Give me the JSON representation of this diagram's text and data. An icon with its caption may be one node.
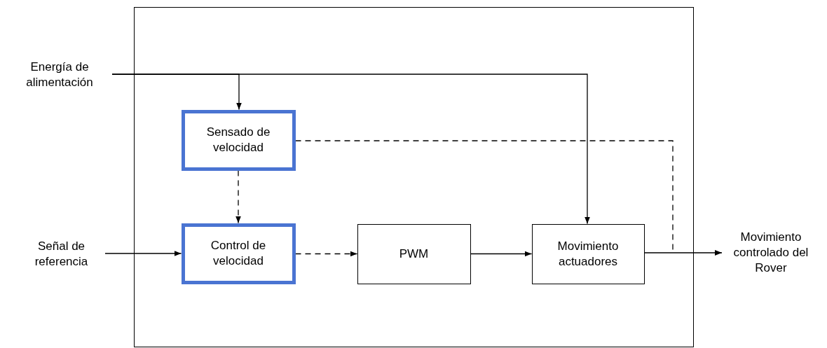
{
  "diagram": {
    "nodes": [
      {
        "text": [],
        "shape": "box"
      },
      {
        "text": [
          "Energía de alimentación"
        ]
      },
      {
        "text": [
          "Sensado de velocidad"
        ],
        "in": 0
      },
      {
        "text": [
          "Señal de referencia"
        ]
      },
      {
        "text": [
          "Control de velocidad"
        ],
        "in": 0
      },
      {
        "text": [
          "PWM"
        ],
        "in": 0
      },
      {
        "text": [
          "Movimiento actuadores"
        ],
        "in": 0
      },
      {
        "text": [
          "Movimiento controlado del Rover"
        ]
      }
    ],
    "edges": [
      {
        "from": 1,
        "to": 2,
        "arrow": "to"
      },
      {
        "from": 1,
        "to": 6,
        "arrow": "to"
      },
      {
        "from": 2,
        "to": 4,
        "arrow": "to",
        "style": "dashed"
      },
      {
        "from": 3,
        "to": 4,
        "arrow": "to"
      },
      {
        "from": 4,
        "to": 5,
        "arrow": "to",
        "style": "dashed"
      },
      {
        "from": 5,
        "to": 6,
        "arrow": "to"
      },
      {
        "from": 6,
        "to": 7,
        "arrow": "to"
      },
      {
        "from": 2,
        "to": null,
        "arrow": "none",
        "style": "dashed"
      }
    ]
  }
}
